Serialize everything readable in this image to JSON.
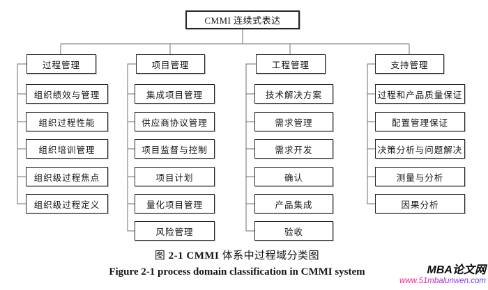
{
  "diagram": {
    "root_label": "CMMI 连续式表达",
    "columns": [
      {
        "header": "过程管理",
        "children": [
          "组织绩效与管理",
          "组织过程性能",
          "组织培训管理",
          "组织级过程焦点",
          "组织级过程定义"
        ]
      },
      {
        "header": "项目管理",
        "children": [
          "集成项目管理",
          "供应商协议管理",
          "项目监督与控制",
          "项目计划",
          "量化项目管理",
          "风险管理"
        ]
      },
      {
        "header": "工程管理",
        "children": [
          "技术解决方案",
          "需求管理",
          "需求开发",
          "确认",
          "产品集成",
          "验收"
        ]
      },
      {
        "header": "支持管理",
        "children": [
          "过程和产品质量保证",
          "配置管理保证",
          "决策分析与问题解决",
          "测量与分析",
          "因果分析"
        ]
      }
    ]
  },
  "captions": {
    "chinese_prefix": "图 ",
    "chinese_bold": "2-1 CMMI",
    "chinese_suffix": " 体系中过程域分类图",
    "english": "Figure 2-1 process domain classification in CMMI system"
  },
  "watermark": {
    "site_name": "MBA论文网",
    "site_url": "www.51mbalunwen.com",
    "url_gradient_start": "#ee1d97",
    "url_gradient_end": "#4f46d6"
  },
  "colors": {
    "box_border": "#262626",
    "connector_line": "#6e6e6e",
    "background": "#ffffff"
  }
}
